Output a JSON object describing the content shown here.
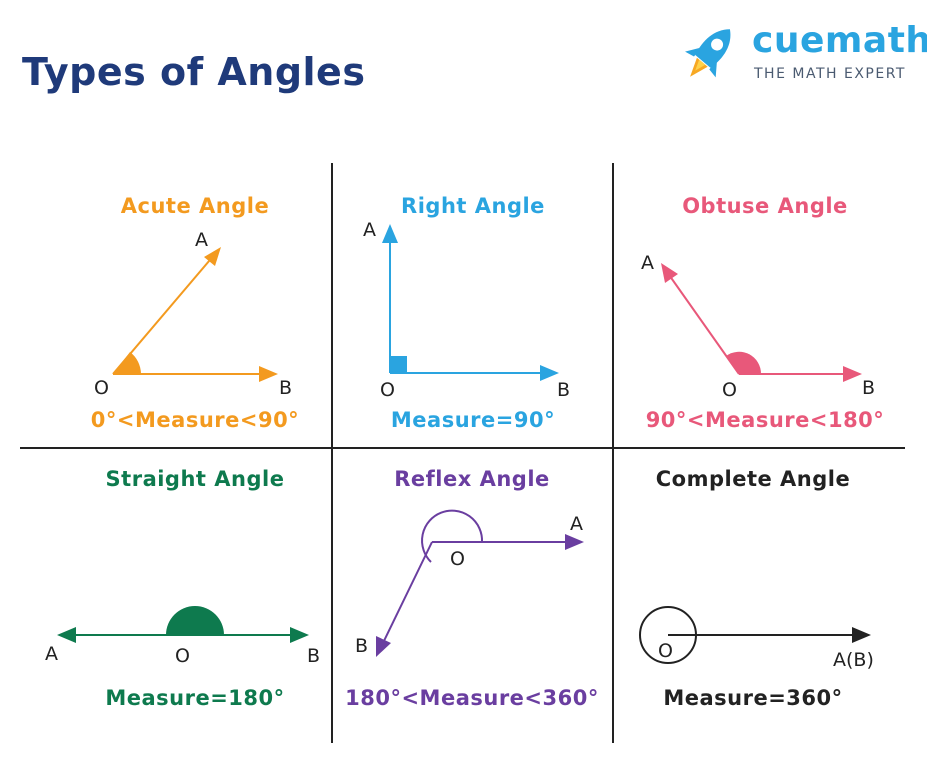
{
  "page": {
    "title": "Types of Angles"
  },
  "brand": {
    "name": "cuemath",
    "tagline": "THE MATH EXPERT"
  },
  "colors": {
    "title": "#1f3a7a",
    "acute": "#f39a1f",
    "right": "#2aa4e0",
    "obtuse": "#e8587a",
    "straight": "#0e7a4e",
    "reflex": "#6a3ea0",
    "complete": "#222222"
  },
  "angles": [
    {
      "name": "Acute Angle",
      "measure": "0°<Measure<90°",
      "vertex": "O",
      "ray_a": "A",
      "ray_b": "B"
    },
    {
      "name": "Right Angle",
      "measure": "Measure=90°",
      "vertex": "O",
      "ray_a": "A",
      "ray_b": "B"
    },
    {
      "name": "Obtuse Angle",
      "measure": "90°<Measure<180°",
      "vertex": "O",
      "ray_a": "A",
      "ray_b": "B"
    },
    {
      "name": "Straight Angle",
      "measure": "Measure=180°",
      "vertex": "O",
      "ray_a": "A",
      "ray_b": "B"
    },
    {
      "name": "Reflex Angle",
      "measure": "180°<Measure<360°",
      "vertex": "O",
      "ray_a": "A",
      "ray_b": "B"
    },
    {
      "name": "Complete Angle",
      "measure": "Measure=360°",
      "vertex": "O",
      "ray_a": "A(B)"
    }
  ]
}
